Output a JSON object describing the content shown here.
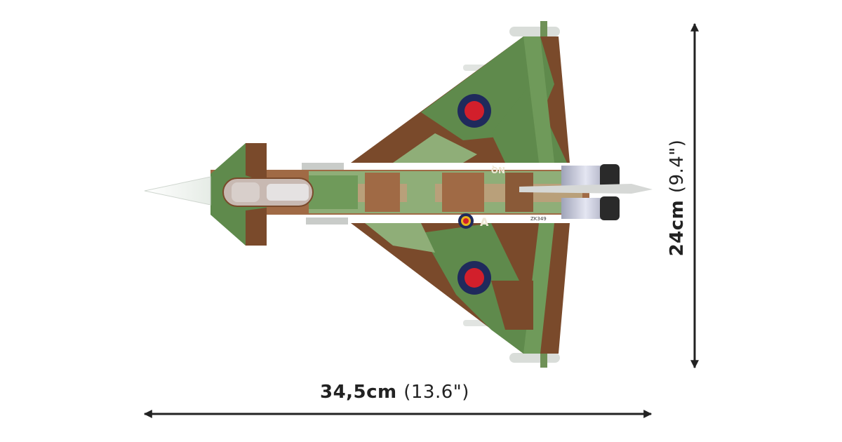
{
  "dimensions": {
    "width": {
      "metric": "34,5cm",
      "imperial": "(13.6\")"
    },
    "height": {
      "metric": "24cm",
      "imperial": "(9.4\")"
    }
  },
  "aircraft": {
    "roundel_text": "A",
    "code_text": "NQ",
    "serial_text": "ZK349"
  },
  "colors": {
    "camo_green": "#5f8a4c",
    "camo_green_light": "#8fae78",
    "camo_brown": "#7a4a2b",
    "camo_brown_light": "#a06a45",
    "roundel_blue": "#1f2a5c",
    "roundel_red": "#d21f2b",
    "roundel_yellow": "#e8b21c",
    "arrow": "#222222"
  }
}
